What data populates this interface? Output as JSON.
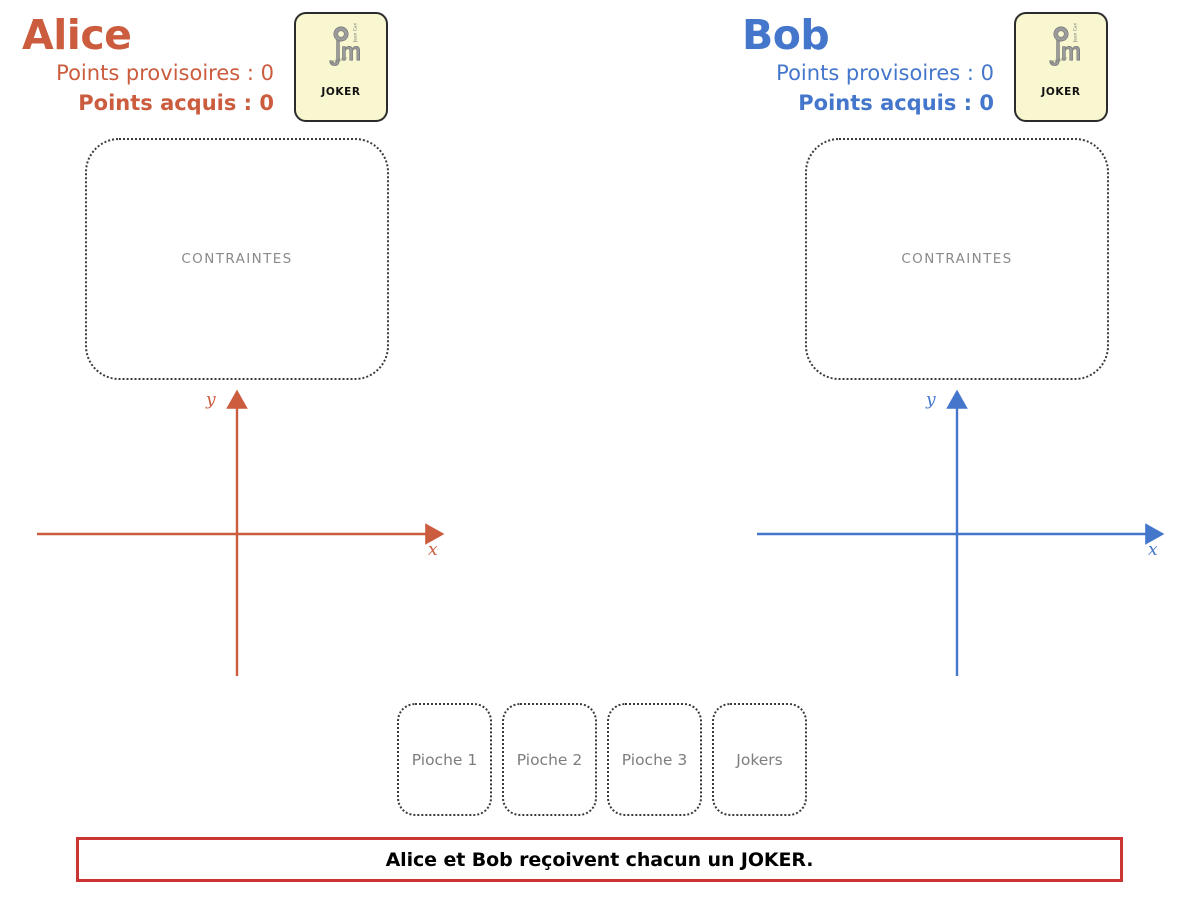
{
  "theme": {
    "alice_color": "#cc5c3e",
    "bob_color": "#4477cc",
    "card_fill": "#f8f7cf",
    "card_border": "#2b2b2b",
    "zone_border": "#3a3a3a",
    "muted_text": "#8a8a8a",
    "message_border": "#cc3333"
  },
  "players": [
    {
      "name": "Alice",
      "provisional_label": "Points provisoires : 0",
      "acquired_label": "Points acquis : 0",
      "constraints_label": "CONTRAINTES",
      "joker_card": {
        "label": "JOKER",
        "logo": "jm-monogram-logo"
      },
      "axes": {
        "x_label": "x",
        "y_label": "y"
      }
    },
    {
      "name": "Bob",
      "provisional_label": "Points provisoires : 0",
      "acquired_label": "Points acquis : 0",
      "constraints_label": "CONTRAINTES",
      "joker_card": {
        "label": "JOKER",
        "logo": "jm-monogram-logo"
      },
      "axes": {
        "x_label": "x",
        "y_label": "y"
      }
    }
  ],
  "piles": [
    {
      "label": "Pioche 1"
    },
    {
      "label": "Pioche 2"
    },
    {
      "label": "Pioche 3"
    },
    {
      "label": "Jokers"
    }
  ],
  "message": {
    "text": "Alice et Bob reçoivent chacun un JOKER."
  }
}
